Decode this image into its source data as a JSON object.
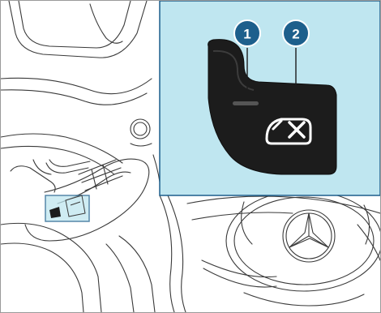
{
  "callouts": [
    {
      "number": "1",
      "description": "indicator-lamp"
    },
    {
      "number": "2",
      "description": "window-lock-switch"
    }
  ],
  "colors": {
    "highlight": "#bfe6f0",
    "callout_circle": "#1d5f8c",
    "switch_body": "#1c1c1c",
    "line_art": "#3a3a3a"
  },
  "icons": [
    "window-lock-icon",
    "mercedes-star-logo",
    "indicator-lamp"
  ]
}
